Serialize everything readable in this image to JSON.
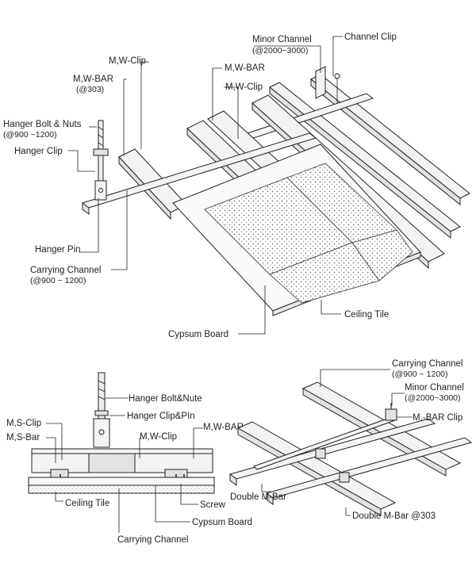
{
  "top_diagram": {
    "labels": {
      "minor_channel": "Minor Channel",
      "minor_channel_spacing": "(@2000~3000)",
      "channel_clip": "Channel Clip",
      "mw_clip_1": "M,W-Clip",
      "mw_bar_1": "M,W-BAR",
      "mw_bar_1_spacing": "(@303)",
      "mw_bar_2": "M,W-BAR",
      "mw_clip_2": "M,W-Clip",
      "hanger_bolt_nuts": "Hanger Bolt & Nuts",
      "hanger_bolt_spacing": "(@900 ~1200)",
      "hanger_clip": "Hanger Clip",
      "hanger_pin": "Hanger Pin",
      "carrying_channel": "Carrying Channel",
      "carrying_channel_spacing": "(@900 ~ 1200)",
      "ceiling_tile": "Ceiling Tile",
      "cypsum_board": "Cypsum Board"
    }
  },
  "section_diagram": {
    "labels": {
      "hanger_bolt_nute": "Hanger Bolt&Nute",
      "hanger_clip_pin": "Hanger Clip&PIn",
      "ms_clip": "M,S-Clip",
      "ms_bar": "M,S-Bar",
      "mw_clip": "M,W-Clip",
      "mw_bar": "M,W-BAR",
      "ceiling_tile": "Ceiling Tile",
      "screw": "Screw",
      "cypsum_board": "Cypsum Board",
      "carrying_channel": "Carrying Channel"
    }
  },
  "grid_diagram": {
    "labels": {
      "carrying_channel": "Carrying Channel",
      "carrying_channel_spacing": "(@900 ~ 1200)",
      "minor_channel": "Minor Channel",
      "minor_channel_spacing": "(@2000~3000)",
      "m_bar_clip": "M,-BAR Clip",
      "double_m_bar": "Double M-Bar",
      "double_m_bar_303": "Double M-Bar @303"
    }
  }
}
